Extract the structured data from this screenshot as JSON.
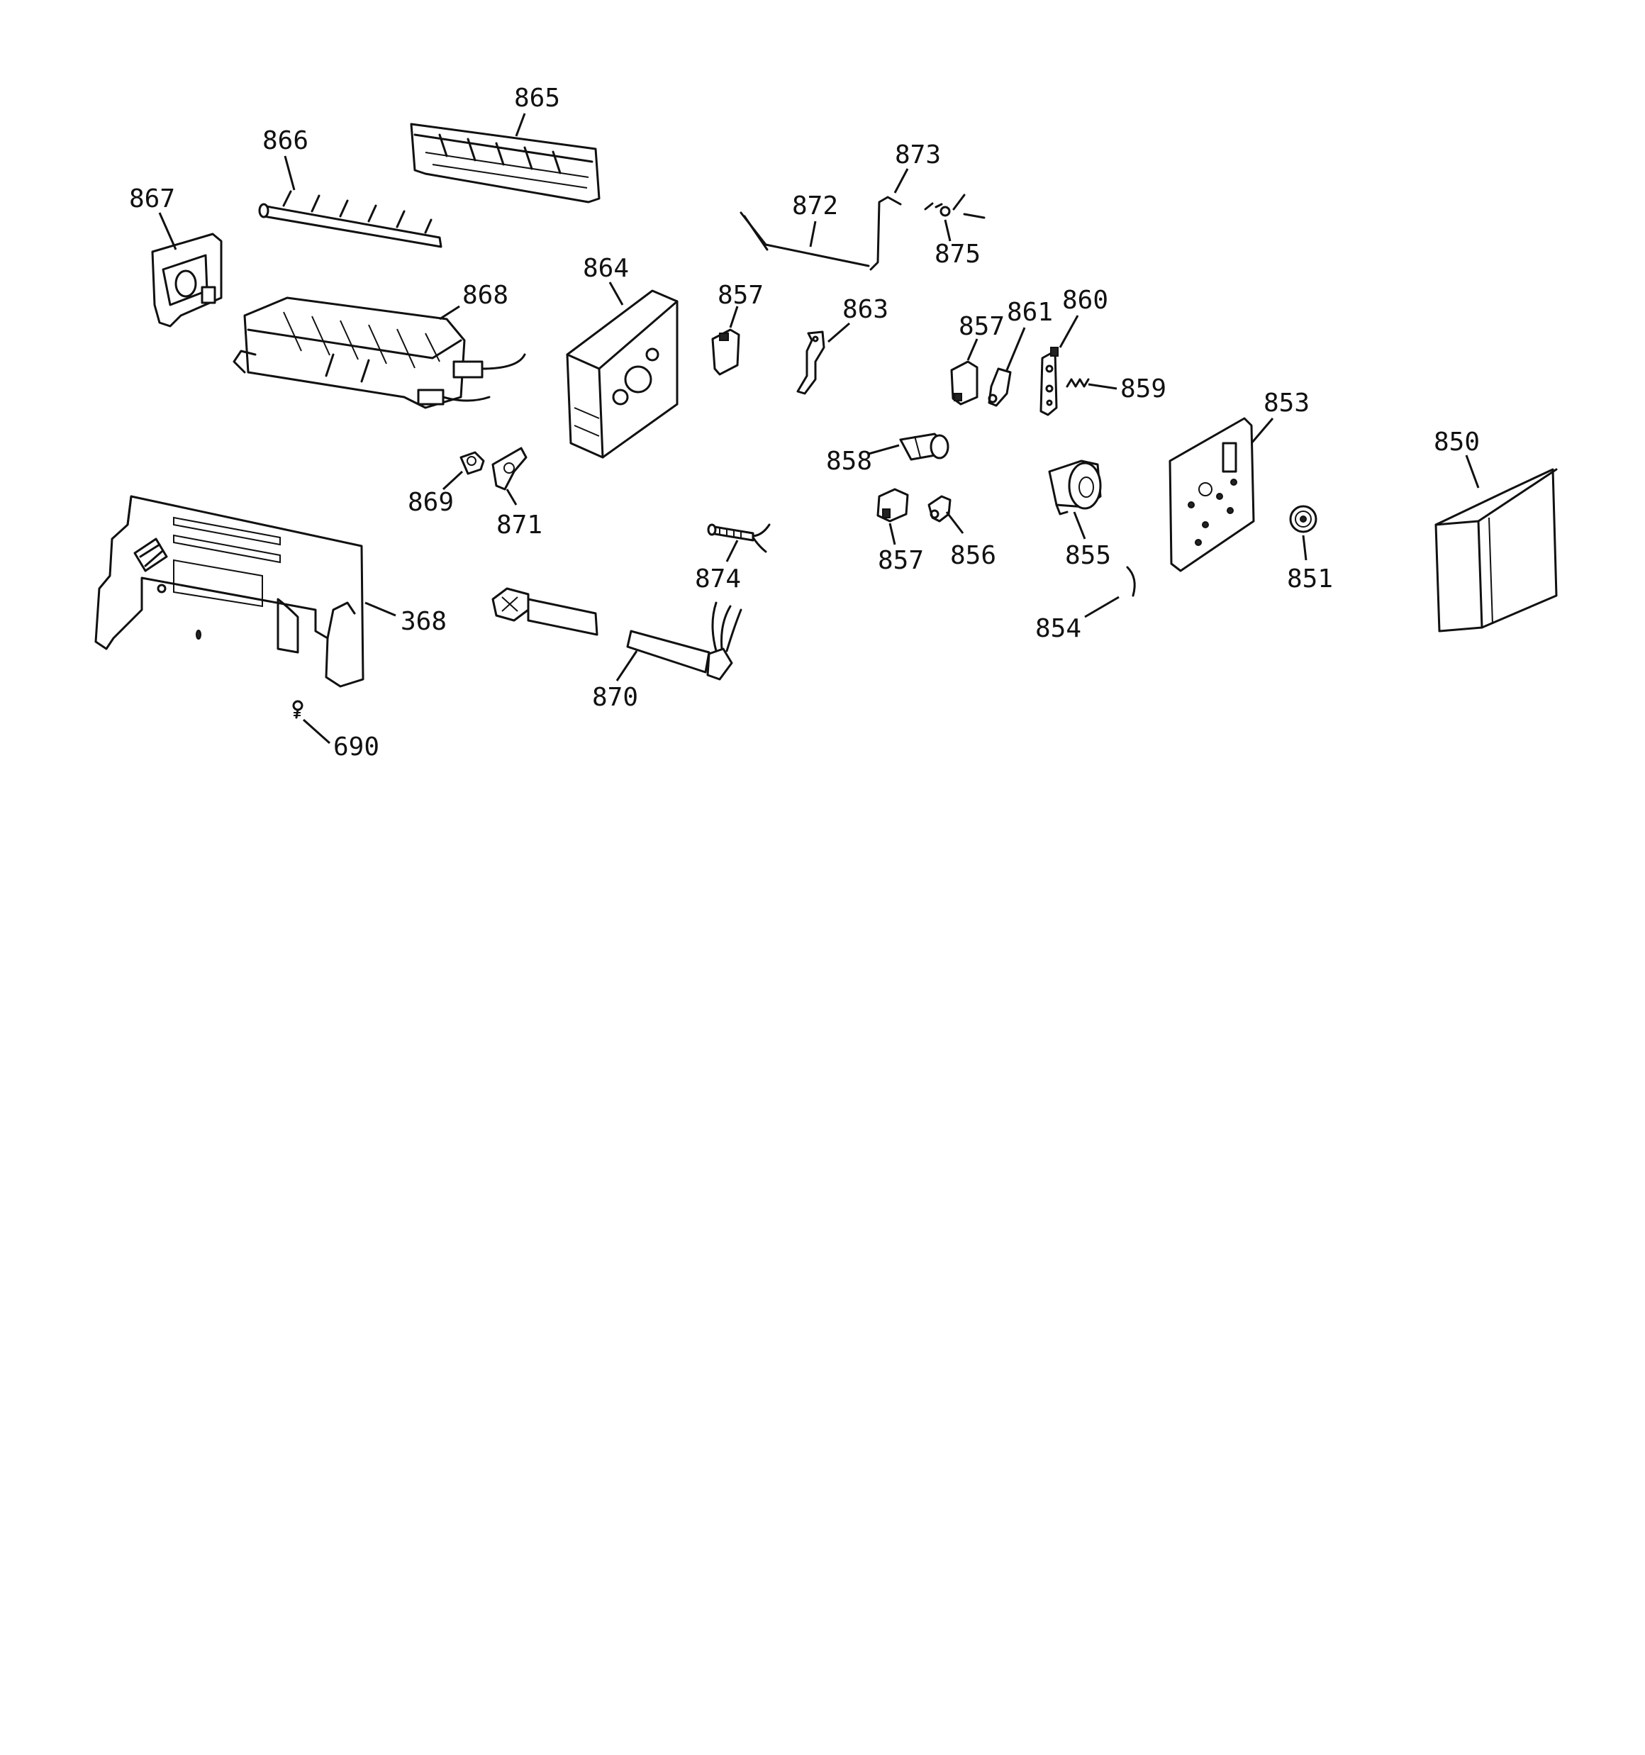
{
  "part_labels": {
    "p850": "850",
    "p851": "851",
    "p853": "853",
    "p854": "854",
    "p855": "855",
    "p856": "856",
    "p857a": "857",
    "p857b": "857",
    "p857c": "857",
    "p858": "858",
    "p859": "859",
    "p860": "860",
    "p861": "861",
    "p863": "863",
    "p864": "864",
    "p865": "865",
    "p866": "866",
    "p867": "867",
    "p868": "868",
    "p869": "869",
    "p870": "870",
    "p871": "871",
    "p872": "872",
    "p873": "873",
    "p874": "874",
    "p875": "875",
    "p368": "368",
    "p690": "690"
  }
}
